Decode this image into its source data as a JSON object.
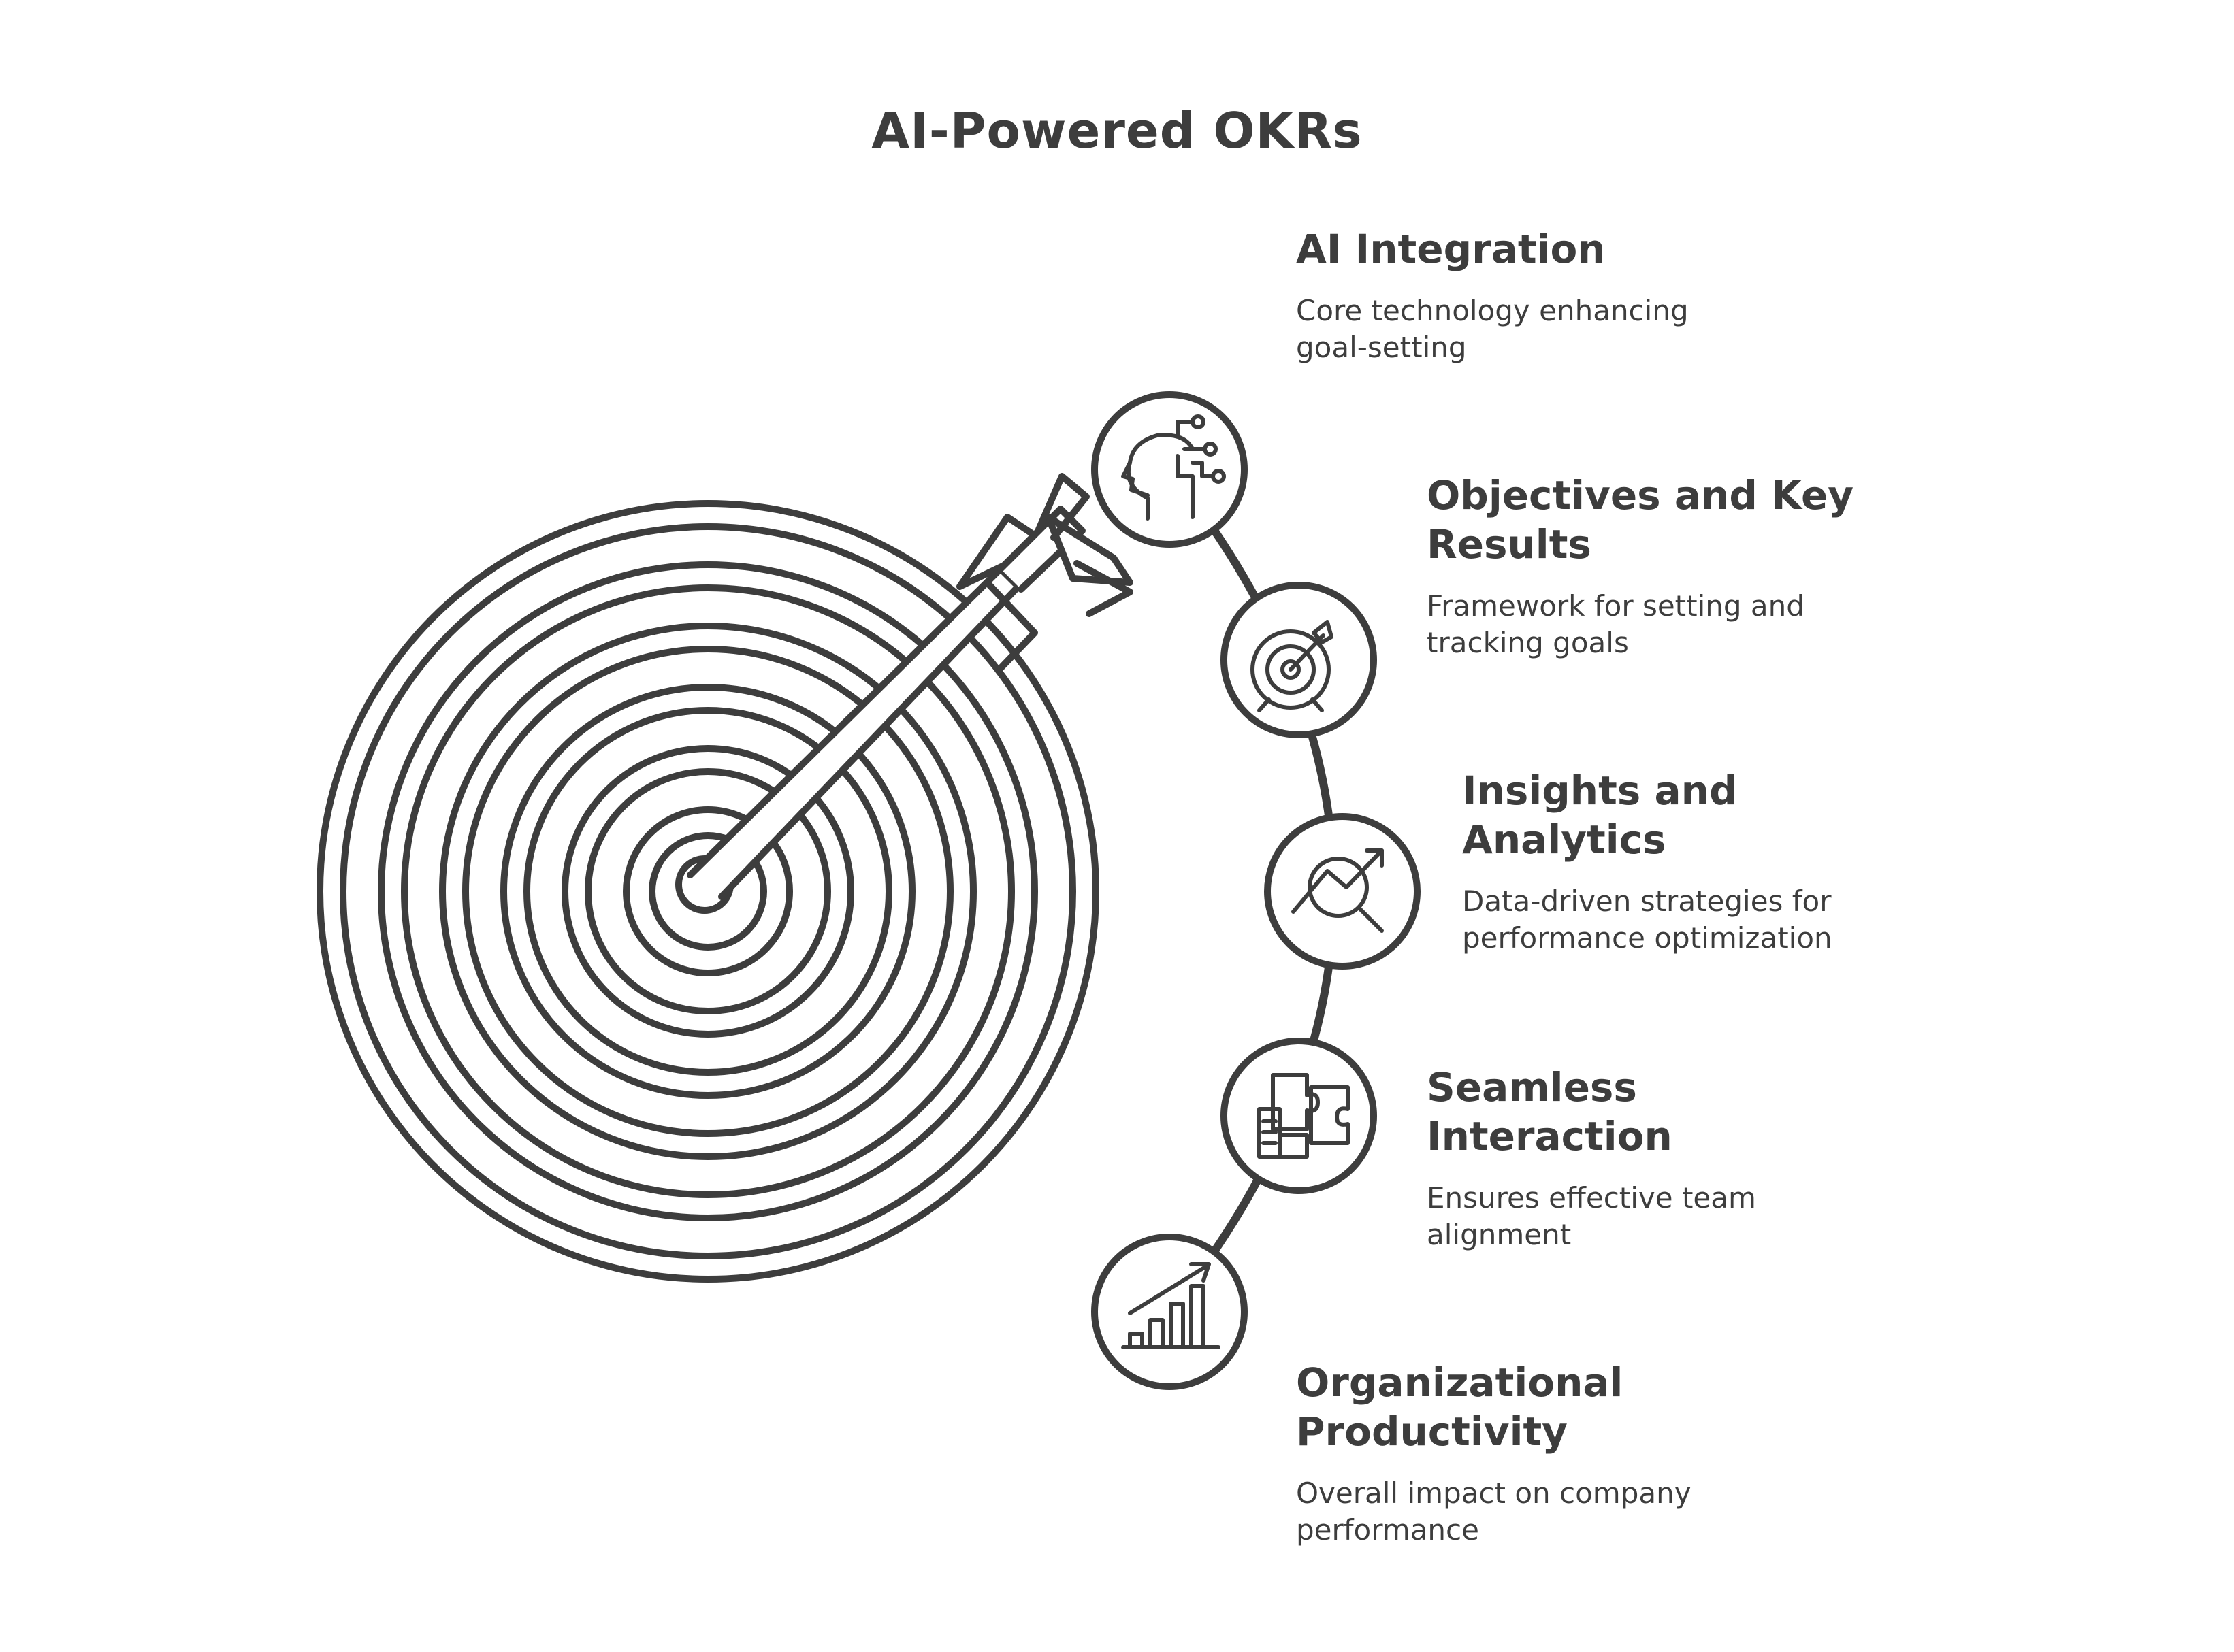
{
  "title": "AI-Powered OKRs",
  "colors": {
    "stroke": "#3d3d3d",
    "background": "#ffffff"
  },
  "items": [
    {
      "icon": "ai-head-circuit-icon",
      "heading_lines": [
        "AI Integration"
      ],
      "desc_lines": [
        "Core technology enhancing",
        "goal-setting"
      ]
    },
    {
      "icon": "target-arrow-icon",
      "heading_lines": [
        "Objectives and Key",
        "Results"
      ],
      "desc_lines": [
        "Framework for setting and",
        "tracking goals"
      ]
    },
    {
      "icon": "analytics-magnifier-icon",
      "heading_lines": [
        "Insights and",
        "Analytics"
      ],
      "desc_lines": [
        "Data-driven strategies for",
        "performance optimization"
      ]
    },
    {
      "icon": "puzzle-pieces-icon",
      "heading_lines": [
        "Seamless",
        "Interaction"
      ],
      "desc_lines": [
        "Ensures effective team",
        "alignment"
      ]
    },
    {
      "icon": "growth-bar-chart-icon",
      "heading_lines": [
        "Organizational",
        "Productivity"
      ],
      "desc_lines": [
        "Overall impact on company",
        "performance"
      ]
    }
  ]
}
